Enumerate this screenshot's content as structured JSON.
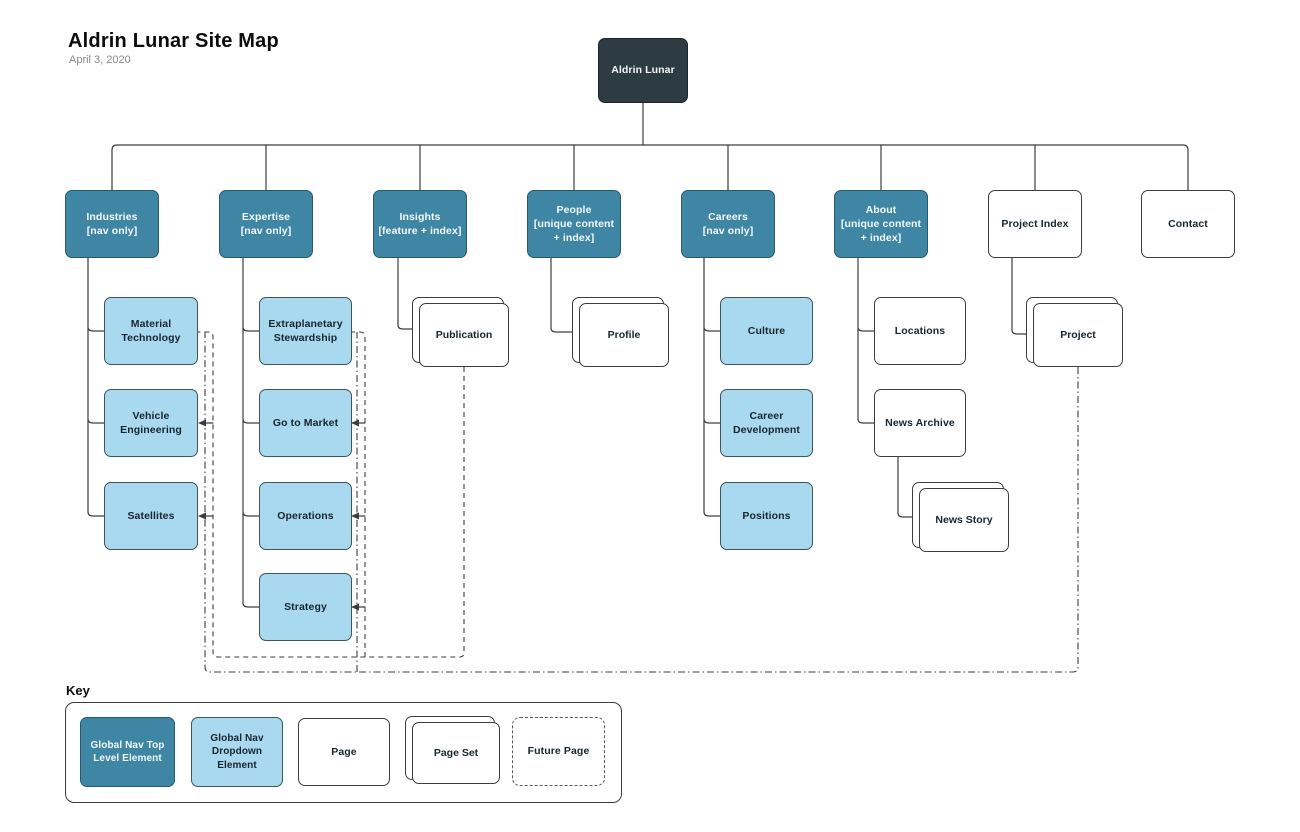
{
  "header": {
    "title": "Aldrin Lunar Site Map",
    "date": "April 3, 2020"
  },
  "root": {
    "label": "Aldrin Lunar"
  },
  "level2": {
    "industries": "Industries\n[nav only]",
    "expertise": "Expertise\n[nav only]",
    "insights": "Insights\n[feature + index]",
    "people": "People\n[unique content\n+ index]",
    "careers": "Careers\n[nav only]",
    "about": "About\n[unique content\n+ index]",
    "project_index": "Project Index",
    "contact": "Contact"
  },
  "children": {
    "material_technology": "Material\nTechnology",
    "vehicle_engineering": "Vehicle\nEngineering",
    "satellites": "Satellites",
    "extraplanetary_stewardship": "Extraplanetary\nStewardship",
    "go_to_market": "Go to Market",
    "operations": "Operations",
    "strategy": "Strategy",
    "publication": "Publication",
    "profile": "Profile",
    "culture": "Culture",
    "career_development": "Career\nDevelopment",
    "positions": "Positions",
    "locations": "Locations",
    "news_archive": "News Archive",
    "news_story": "News Story",
    "project": "Project"
  },
  "key": {
    "title": "Key",
    "global_nav_top": "Global Nav Top\nLevel Element",
    "global_nav_dropdown": "Global Nav\nDropdown\nElement",
    "page": "Page",
    "page_set": "Page Set",
    "future_page": "Future Page"
  },
  "colors": {
    "nav_top_level": "#3e86a4",
    "nav_dropdown": "#a8d9ee",
    "root_dark": "#2d3b43",
    "page_white": "#ffffff",
    "line": "#3d3d3d"
  }
}
